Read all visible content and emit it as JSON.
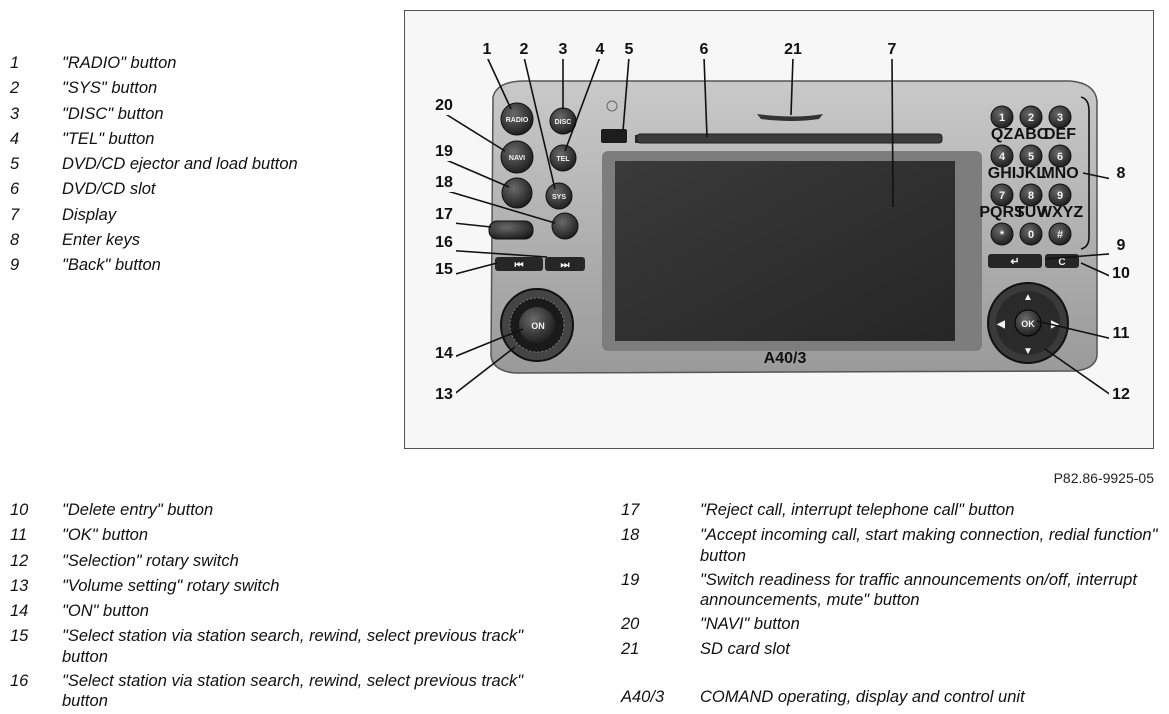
{
  "legend_top": [
    {
      "num": "1",
      "text": "\"RADIO\" button"
    },
    {
      "num": "2",
      "text": "\"SYS\" button"
    },
    {
      "num": "3",
      "text": "\"DISC\" button"
    },
    {
      "num": "4",
      "text": "\"TEL\" button"
    },
    {
      "num": "5",
      "text": "DVD/CD ejector and load button"
    },
    {
      "num": "6",
      "text": "DVD/CD slot"
    },
    {
      "num": "7",
      "text": "Display"
    },
    {
      "num": "8",
      "text": "Enter keys"
    },
    {
      "num": "9",
      "text": "\"Back\" button"
    }
  ],
  "legend_bottom_left": [
    {
      "num": "10",
      "text": "\"Delete entry\" button"
    },
    {
      "num": "11",
      "text": "\"OK\" button"
    },
    {
      "num": "12",
      "text": "\"Selection\" rotary switch"
    },
    {
      "num": "13",
      "text": "\"Volume setting\" rotary switch"
    },
    {
      "num": "14",
      "text": "\"ON\" button"
    },
    {
      "num": "15",
      "text": "\"Select station via station search, rewind, select previous track\" button"
    },
    {
      "num": "16",
      "text": "\"Select station via station search, rewind, select previous track\" button"
    }
  ],
  "legend_bottom_right": [
    {
      "num": "17",
      "text": "\"Reject call, interrupt telephone call\" button"
    },
    {
      "num": "18",
      "text": "\"Accept incoming call, start making connection, redial function\" button"
    },
    {
      "num": "19",
      "text": "\"Switch readiness for traffic announcements on/off, interrupt announcements, mute\" button"
    },
    {
      "num": "20",
      "text": "\"NAVI\" button"
    },
    {
      "num": "21",
      "text": "SD card slot"
    },
    {
      "num": "",
      "text": ""
    },
    {
      "num": "A40/3",
      "text": "COMAND operating, display and control unit"
    }
  ],
  "figure_ref": "P82.86-9925-05",
  "photo": {
    "unit_label": "A40/3",
    "buttons": {
      "radio": "RADIO",
      "navi": "NAVI",
      "disc": "DISC",
      "tel": "TEL",
      "sys": "SYS",
      "on": "ON",
      "ok": "OK",
      "clear": "C"
    },
    "keypad": [
      {
        "digit": "1",
        "letters": "QZ"
      },
      {
        "digit": "2",
        "letters": "ABC"
      },
      {
        "digit": "3",
        "letters": "DEF"
      },
      {
        "digit": "4",
        "letters": "GHI"
      },
      {
        "digit": "5",
        "letters": "JKL"
      },
      {
        "digit": "6",
        "letters": "MNO"
      },
      {
        "digit": "7",
        "letters": "PQRS"
      },
      {
        "digit": "8",
        "letters": "TUV"
      },
      {
        "digit": "9",
        "letters": "WXYZ"
      },
      {
        "digit": "*",
        "letters": ""
      },
      {
        "digit": "0",
        "letters": ""
      },
      {
        "digit": "#",
        "letters": ""
      }
    ],
    "callouts": [
      "1",
      "2",
      "3",
      "4",
      "5",
      "6",
      "21",
      "7",
      "20",
      "19",
      "18",
      "17",
      "16",
      "15",
      "14",
      "13",
      "8",
      "9",
      "10",
      "11",
      "12"
    ]
  }
}
